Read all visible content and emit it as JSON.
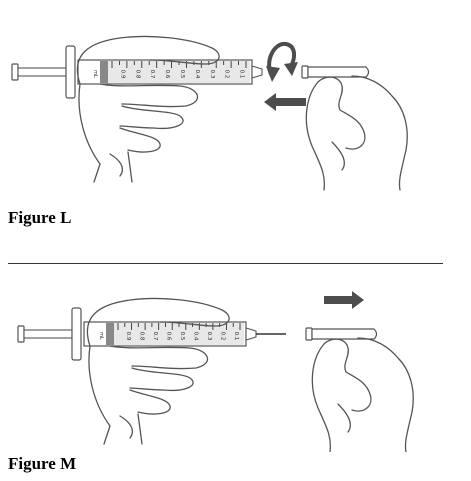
{
  "figures": [
    {
      "caption": "Figure L",
      "barrel_label": "mL",
      "barrel_marks": [
        "0.9",
        "0.8",
        "0.7",
        "0.6",
        "0.5",
        "0.4",
        "0.3",
        "0.2",
        "0.1"
      ],
      "needle_visible": false,
      "cap_on_needle": true,
      "arrows": [
        "twist-arrow-icon",
        "pull-left-arrow-icon"
      ]
    },
    {
      "caption": "Figure M",
      "barrel_label": "mL",
      "barrel_marks": [
        "0.9",
        "0.8",
        "0.7",
        "0.6",
        "0.5",
        "0.4",
        "0.3",
        "0.2",
        "0.1"
      ],
      "needle_visible": true,
      "cap_on_needle": false,
      "arrows": [
        "pull-right-arrow-icon"
      ]
    }
  ],
  "colors": {
    "line": "#555555",
    "arrow": "#4d4d4d",
    "liquid": "#bdbdbd"
  }
}
